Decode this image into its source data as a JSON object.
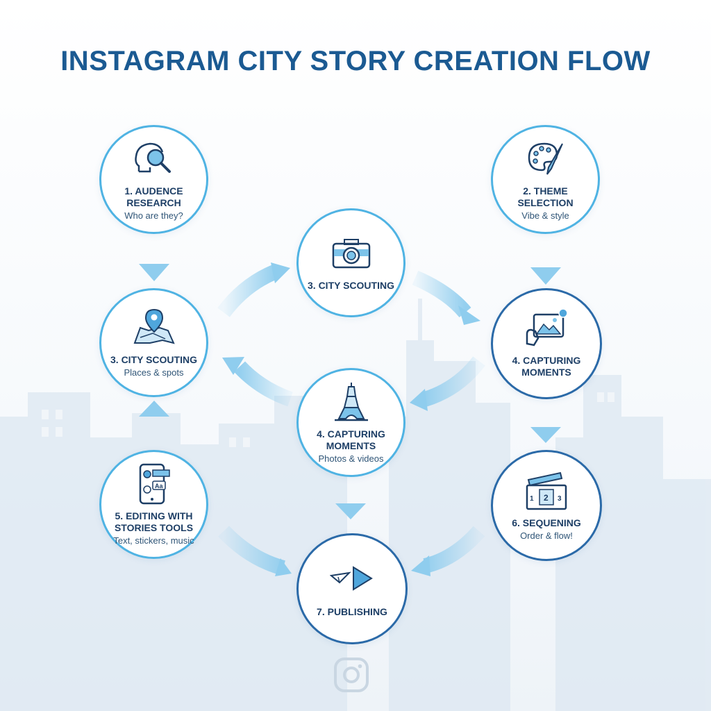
{
  "title": "INSTAGRAM CITY STORY CREATION FLOW",
  "nodes": [
    {
      "id": "audience-research",
      "label": "1. AUDENCE RESEARCH",
      "sub": "Who are they?",
      "icon": "head-magnifier-icon"
    },
    {
      "id": "theme-selection",
      "label": "2. THEME SELECTION",
      "sub": "Vibe & style",
      "icon": "palette-brush-icon"
    },
    {
      "id": "city-scouting-center",
      "label": "3. CITY SCOUTING",
      "sub": "",
      "icon": "camera-icon"
    },
    {
      "id": "city-scouting-left",
      "label": "3. CITY SCOUTING",
      "sub": "Places & spots",
      "icon": "map-pin-icon"
    },
    {
      "id": "capturing-moments-right",
      "label": "4. CAPTURING MOMENTS",
      "sub": "",
      "icon": "hand-photo-icon"
    },
    {
      "id": "capturing-moments-center",
      "label": "4. CAPTURING MOMENTS",
      "sub": "Photos & videos",
      "icon": "eiffel-tower-icon"
    },
    {
      "id": "editing-stories-tools",
      "label": "5. EDITING WITH STORIES TOOLS",
      "sub": "Text, stickers, music",
      "icon": "phone-editing-icon"
    },
    {
      "id": "sequencing",
      "label": "6. SEQUENING",
      "sub": "Order & flow!",
      "icon": "film-clapper-icon"
    },
    {
      "id": "publishing",
      "label": "7. PUBLISHING",
      "sub": "",
      "icon": "send-play-icon"
    }
  ],
  "colors": {
    "title": "#1b5a92",
    "accent": "#4fb3e3",
    "dark_border": "#2b6aa8",
    "arrow": "#8fcdee"
  },
  "footer_icon": "instagram-logo-icon"
}
